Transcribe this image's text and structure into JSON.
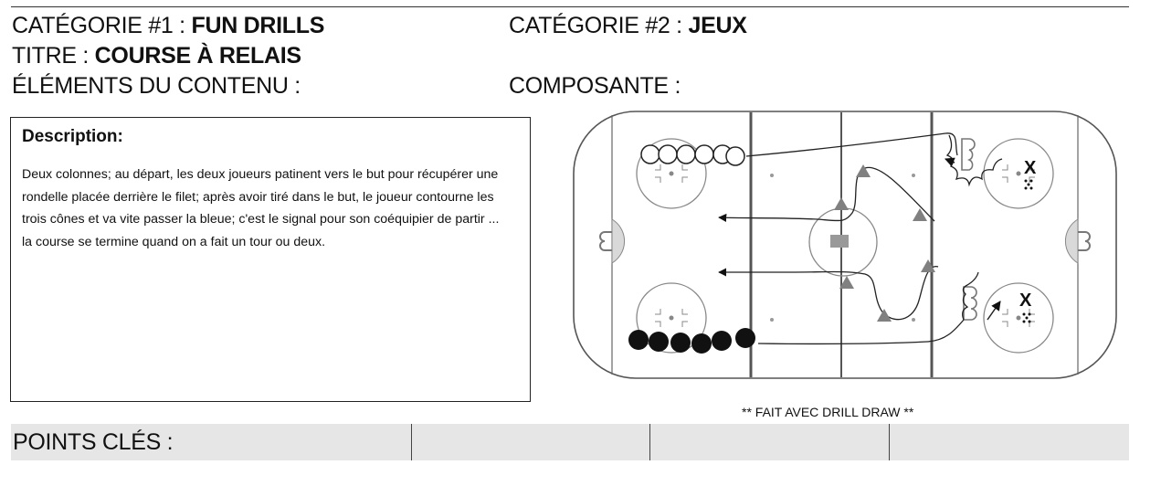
{
  "header": {
    "cat1_label": "CATÉGORIE #1 :",
    "cat1_value": "FUN DRILLS",
    "cat2_label": "CATÉGORIE #2 :",
    "cat2_value": "JEUX",
    "title_label": "TITRE :",
    "title_value": "COURSE À RELAIS",
    "elements_label": "ÉLÉMENTS DU CONTENU :",
    "component_label": "COMPOSANTE :"
  },
  "description": {
    "title": "Description:",
    "lines": [
      "Deux colonnes; au départ, les deux joueurs patinent vers le but pour récupérer une",
      "rondelle placée derrière le filet; après avoir tiré dans le but, le joueur contourne les",
      "trois cônes et va vite passer la bleue; c'est le signal pour son coéquipier de partir ...",
      "la course se termine quand on a fait un tour ou deux."
    ]
  },
  "diagram": {
    "credit": "** FAIT AVEC DRILL DRAW **",
    "goalie_mark": "X",
    "colors": {
      "line": "#555555",
      "cone": "#808080",
      "fill_player": "#111111",
      "crease": "#d9d9d9"
    },
    "icons": [
      "open-circle-player-icon",
      "filled-circle-player-icon",
      "cone-icon",
      "net-icon",
      "goalie-x-icon",
      "arrow-icon"
    ]
  },
  "footer": {
    "points_label": "POINTS CLÉS :"
  }
}
